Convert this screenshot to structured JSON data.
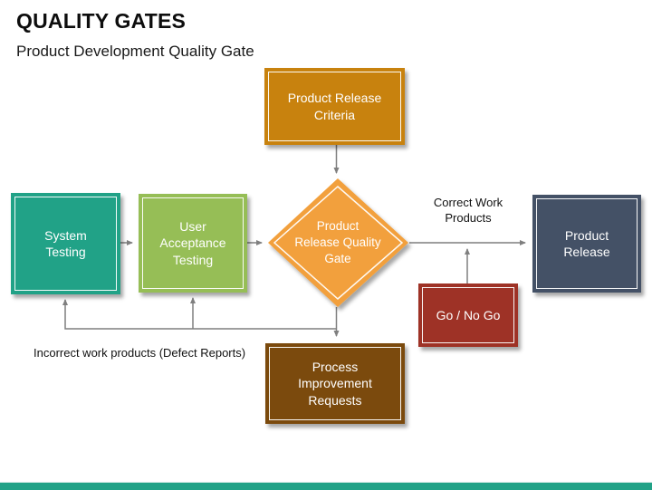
{
  "slide": {
    "title": "QUALITY GATES",
    "subtitle": "Product Development Quality Gate"
  },
  "colors": {
    "teal": "#21A287",
    "light_green": "#96BE56",
    "ochre": "#C8820E",
    "orange": "#F2A03C",
    "dark_red": "#9E3226",
    "slate_blue": "#445166",
    "brown": "#7B4A0D",
    "arrow_gray": "#7F7F7F",
    "footer_bar": "#21A287"
  },
  "diagram": {
    "nodes": {
      "product_release_criteria": {
        "label": "Product Release\nCriteria",
        "color": "#C8820E"
      },
      "system_testing": {
        "label": "System\nTesting",
        "color": "#21A287"
      },
      "user_acceptance_testing": {
        "label": "User\nAcceptance\nTesting",
        "color": "#96BE56"
      },
      "product_release_quality_gate": {
        "label": "Product\nRelease Quality\nGate",
        "color": "#F2A03C"
      },
      "product_release": {
        "label": "Product\nRelease",
        "color": "#445166"
      },
      "go_no_go": {
        "label": "Go / No Go",
        "color": "#9E3226"
      },
      "process_improvement_requests": {
        "label": "Process\nImprovement\nRequests",
        "color": "#7B4A0D"
      }
    },
    "edge_labels": {
      "correct": "Correct Work\nProducts",
      "incorrect": "Incorrect work products (Defect Reports)"
    }
  }
}
